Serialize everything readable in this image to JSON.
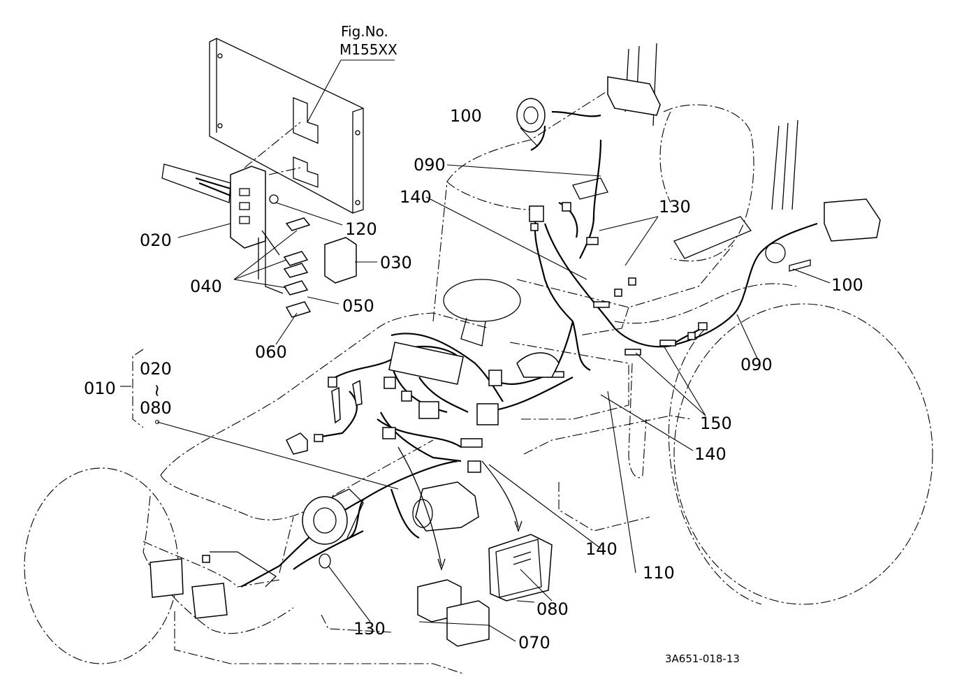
{
  "figure": {
    "fig_no_label": "Fig.No.",
    "fig_no_value": "M155XX",
    "code": "3A651-018-13"
  },
  "callouts": {
    "c010": "010",
    "c020": "020",
    "c020_range_start": "020",
    "range_sep": "~",
    "c080_range_end": "080",
    "c030": "030",
    "c040": "040",
    "c050": "050",
    "c060": "060",
    "c070": "070",
    "c080": "080",
    "c090_top": "090",
    "c090_right": "090",
    "c100_top": "100",
    "c100_right": "100",
    "c110": "110",
    "c120": "120",
    "c130_top": "130",
    "c130_bottom": "130",
    "c140_top": "140",
    "c140_mid": "140",
    "c140_bottom": "140",
    "c150": "150"
  }
}
